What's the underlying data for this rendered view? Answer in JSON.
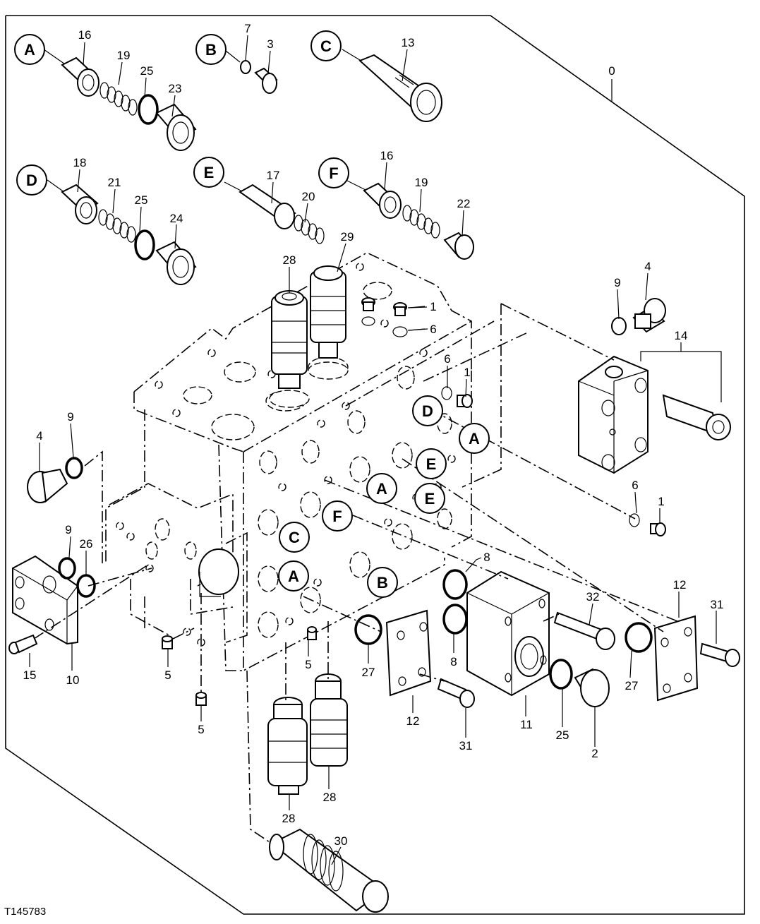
{
  "drawing": {
    "reference": "T145783",
    "callouts": [
      "A",
      "B",
      "C",
      "D",
      "E",
      "F"
    ],
    "part_numbers": [
      "0",
      "1",
      "2",
      "3",
      "4",
      "5",
      "6",
      "7",
      "8",
      "9",
      "10",
      "11",
      "12",
      "13",
      "14",
      "15",
      "16",
      "17",
      "18",
      "19",
      "20",
      "21",
      "22",
      "23",
      "24",
      "25",
      "26",
      "27",
      "28",
      "29",
      "30",
      "31",
      "32"
    ],
    "colors": {
      "ink": "#000000",
      "paper": "#ffffff"
    }
  }
}
